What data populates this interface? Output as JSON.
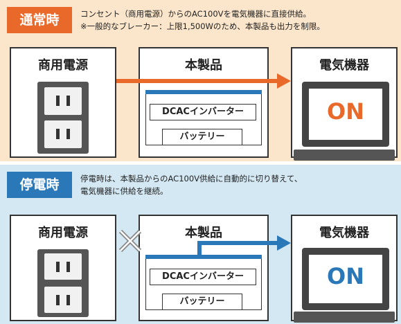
{
  "normal": {
    "tag": "通常時",
    "desc_line1": "コンセント（商用電源）からのAC100Vを電気機器に直接供給。",
    "desc_line2": "※一般的なブレーカー：上限1,500Wのため、本製品も出力を制限。",
    "source_title": "商用電源",
    "product_title": "本製品",
    "inverter_label": "DCACインバーター",
    "battery_label": "バッテリー",
    "device_title": "電気機器",
    "device_status": "ON"
  },
  "outage": {
    "tag": "停電時",
    "desc_line1": "停電時は、本製品からのAC100V供給に自動的に切り替えて、",
    "desc_line2": "電気機器に供給を継続。",
    "source_title": "商用電源",
    "product_title": "本製品",
    "inverter_label": "DCACインバーター",
    "battery_label": "バッテリー",
    "device_title": "電気機器",
    "device_status": "ON"
  },
  "colors": {
    "orange": "#e8692a",
    "blue": "#2b78b8",
    "normal_bg": "#fbe6cc",
    "outage_bg": "#d3e8f3"
  }
}
